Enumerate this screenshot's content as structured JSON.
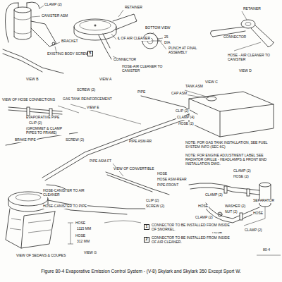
{
  "diagram": {
    "caption": "Figure 80-4 Evaporative Emission Control System - (V-8) Skylark and Skylark 350 Except Sport W.",
    "labels": [
      "CLAMP (2)",
      "CANISTER ASM",
      "BRACKET",
      "EXISTING BODY SCREW",
      "5",
      "VIEW B",
      "RETAINER",
      "℄ OF AIR CLEANER",
      "BOTTOM VIEW",
      "25",
      "DIA",
      "CONNECTOR",
      "HOSE-AIR CLEANER TO CANISTER",
      "PUNCH AT FINAL ASSEMBLY",
      "VIEW A",
      "RETAINER",
      "CONNECTOR",
      "HOSE - AIR CLEANER TO CANISTER",
      "VIEW D",
      "VIEW C",
      "TANK ASM",
      "CAP ASM",
      "VIEW OF HOSE CONNECTIONS",
      "GAS TANK REINFORCEMENT",
      "SCREW (2)",
      "VIEW E",
      "PIPE",
      "CLIP (2)",
      "CLAMP (4)",
      "HOSE (2)",
      "EVAPORATIVE PIPE",
      "CLIP (2)",
      "(GROMMET & CLAMP PIPES TO FRAME)",
      "BRAKE PIPE",
      "SCREW (2)",
      "PIPE ASM-RR",
      "NOTE: FOR GAS TANK INSTALLATION, SEE FUEL SYSTEM INFO (SEC 6C)",
      "NOTE: FOR ENGINE ADJUSTMENT LABEL SEE RADIATOR GRILLE - HEADLAMPS & FRONT END INSTALLATION DWG.",
      "PIPE ASM-FT",
      "VIEW OF CONVERTIBLE",
      "HOSE",
      "HOSE ASM-REAR",
      "PIPE-FRONT",
      "CLAMP (2)",
      "HOSE (2)",
      "HOSE-CANISTER TO AIR CLEANER",
      "HOSE-CANISTER TO PIPE",
      "CLIP (2)",
      "SCREW (2)",
      "CLAMP (2)",
      "HOSE",
      "WASHER (2)",
      "NUT (2)",
      "SEPARATOR",
      "CLAMP (2)",
      "CLIP (2)",
      "HOSE",
      "CLAMP (2)",
      "HOSE",
      "HOSE",
      "1115 MM",
      "HOSE",
      "312 MM",
      "1",
      "CONNECTOR TO BE INSTALLED FROM INSIDE OF SNORKEL.",
      "2",
      "CONNECTOR TO BE INSTALLED FROM INSIDE OF AIR CLEANER.",
      "VIEW OF SEDANS & COUPES",
      "VIEW G",
      "80-4"
    ]
  }
}
